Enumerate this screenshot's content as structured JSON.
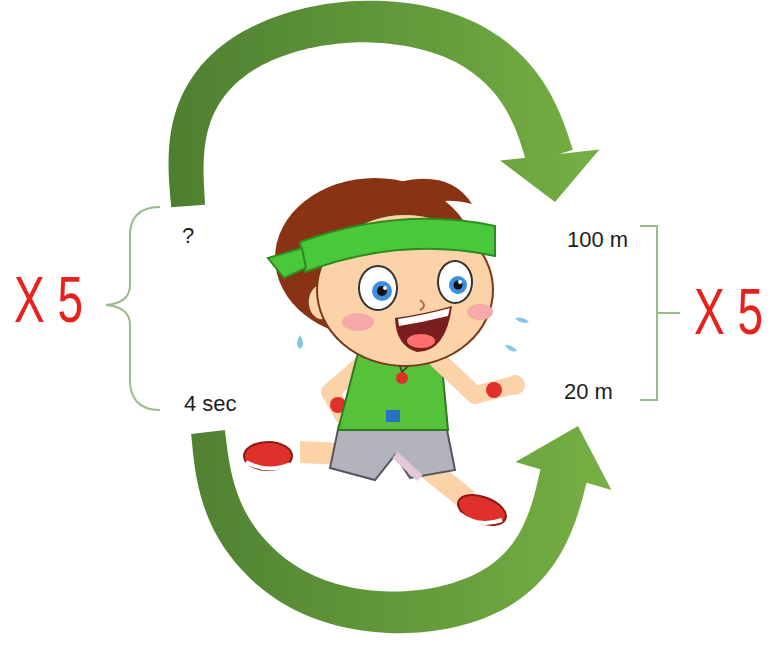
{
  "diagram": {
    "nodes": [
      {
        "text": [
          "?"
        ]
      },
      {
        "text": [
          "100 m"
        ]
      },
      {
        "text": [
          "4 sec"
        ]
      },
      {
        "text": [
          "20 m"
        ]
      }
    ],
    "edges": [
      {
        "from": 0,
        "to": 1,
        "arrow": "to"
      },
      {
        "from": 2,
        "to": 3,
        "arrow": "to"
      }
    ],
    "labels": [
      "X 5",
      "X 5"
    ]
  }
}
